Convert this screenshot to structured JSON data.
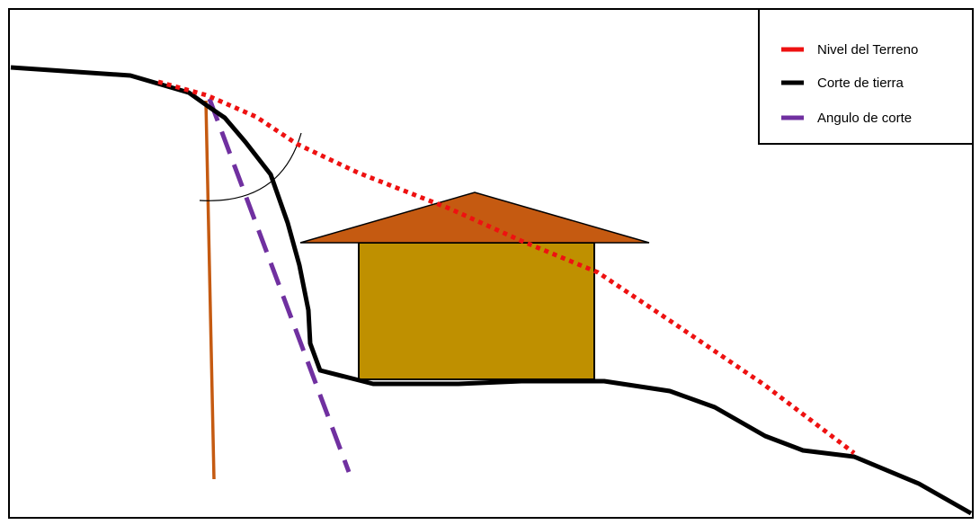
{
  "legend": {
    "items": [
      {
        "key": "terrain",
        "label": "Nivel del Terreno",
        "color": "#ee1111",
        "dashed": false
      },
      {
        "key": "cut",
        "label": "Corte de tierra",
        "color": "#000000",
        "dashed": false
      },
      {
        "key": "angle",
        "label": "Angulo de corte",
        "color": "#7030a0",
        "dashed": false
      }
    ]
  },
  "colors": {
    "terrain_line": "#ee1111",
    "cut_line": "#000000",
    "angle_line": "#7030a0",
    "vertical_line": "#c55a11",
    "roof": "#c55a11",
    "house_wall": "#bf9000",
    "frame": "#000000"
  }
}
